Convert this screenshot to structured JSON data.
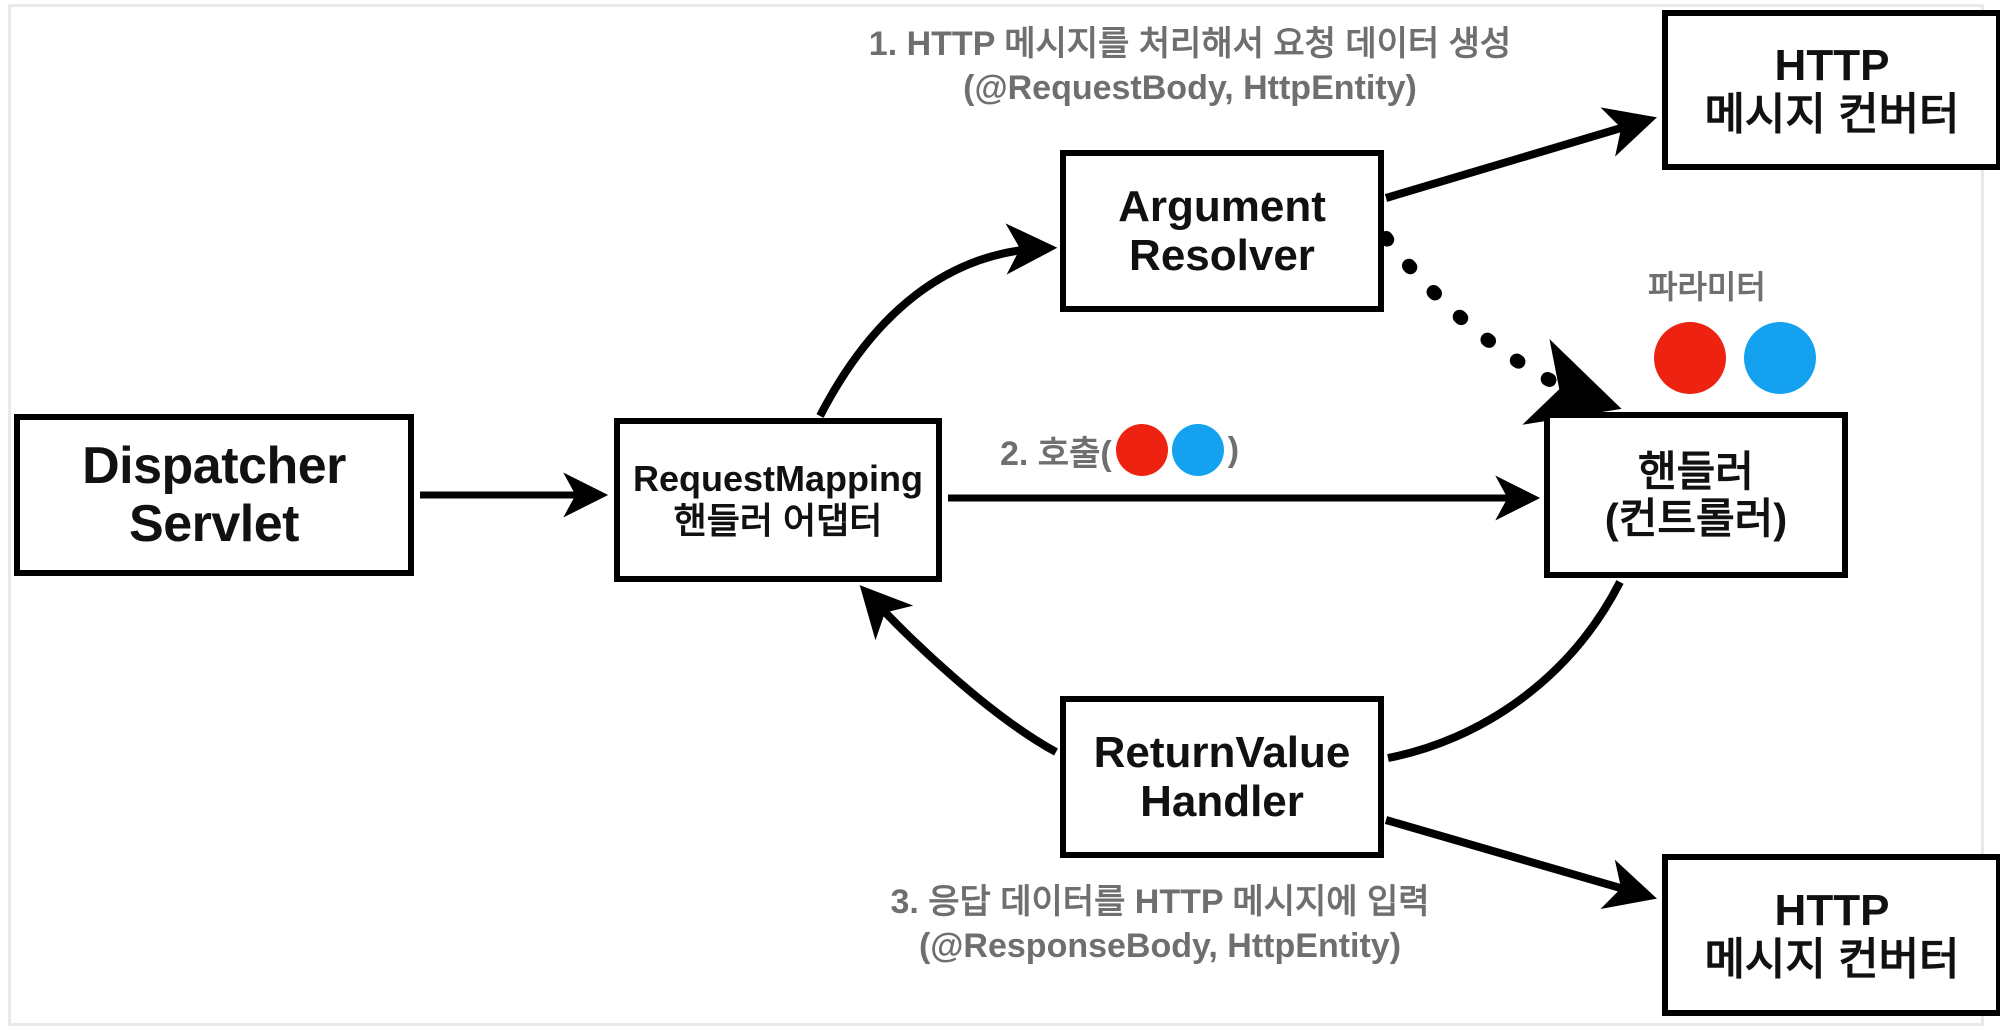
{
  "diagram": {
    "title_context": "Spring MVC RequestMappingHandlerAdapter flow",
    "colors": {
      "red_dot": "#ee2211",
      "blue_dot": "#13a1f0",
      "caption_gray": "#6f6f6f",
      "line_black": "#000000",
      "frame_gray": "#e9e9e9"
    },
    "boxes": {
      "dispatcher": {
        "line1": "Dispatcher",
        "line2": "Servlet"
      },
      "request_mapping": {
        "line1": "RequestMapping",
        "line2": "핸들러 어댑터"
      },
      "argument_resolver": {
        "line1": "Argument",
        "line2": "Resolver"
      },
      "return_value_handler": {
        "line1": "ReturnValue",
        "line2": "Handler"
      },
      "handler": {
        "line1": "핸들러",
        "line2": "(컨트롤러)"
      },
      "converter_top": {
        "line1": "HTTP",
        "line2": "메시지 컨버터"
      },
      "converter_bottom": {
        "line1": "HTTP",
        "line2": "메시지 컨버터"
      }
    },
    "captions": {
      "step1_line1": "1. HTTP 메시지를 처리해서 요청 데이터 생성",
      "step1_line2": "(@RequestBody, HttpEntity)",
      "step2_prefix": "2. 호출(",
      "step2_suffix": ")",
      "step3_line1": "3. 응답 데이터를 HTTP 메시지에 입력",
      "step3_line2": "(@ResponseBody, HttpEntity)",
      "parameter_label": "파라미터"
    }
  }
}
